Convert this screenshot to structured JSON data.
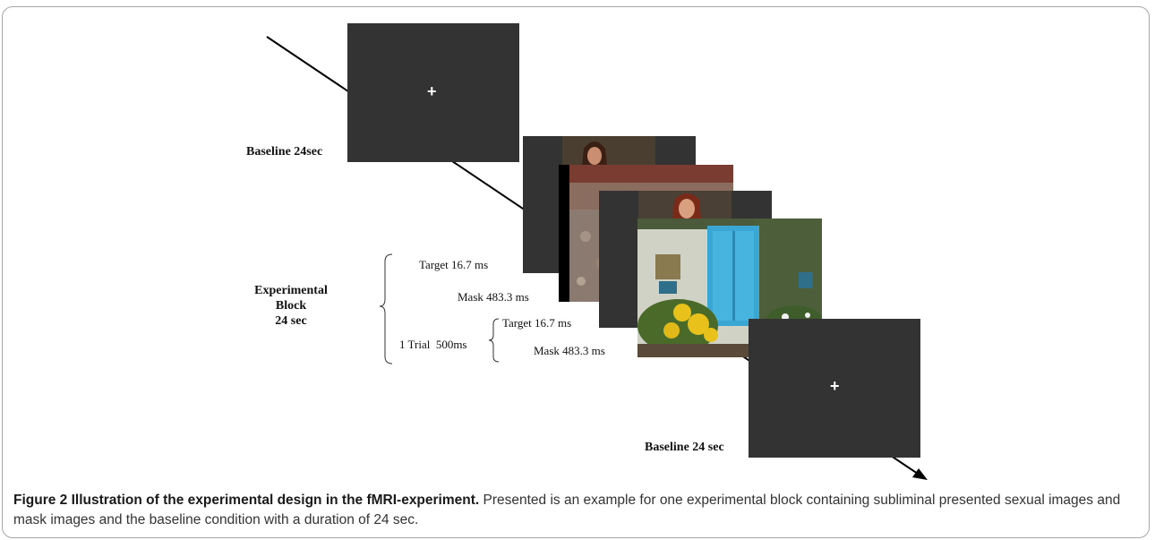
{
  "diagram": {
    "baseline_start_label": "Baseline 24sec",
    "baseline_start_fixation": "+",
    "block_label": "Experimental Block 24 sec",
    "block_label_lines": [
      "Experimental",
      "Block",
      "24 sec"
    ],
    "target_1_label": "Target 16.7 ms",
    "mask_1_label": "Mask 483.3 ms",
    "trial_label": "1 Trial  500ms",
    "target_2_label": "Target 16.7 ms",
    "mask_2_label": "Mask 483.3 ms",
    "baseline_end_label": "Baseline 24 sec",
    "baseline_end_fixation": "+",
    "colors": {
      "screen": "#333333",
      "door": "#3aa6d4",
      "flowers": "#e8c21a"
    }
  },
  "caption": {
    "figure_number": "Figure 2",
    "title": "Illustration of the experimental design in the fMRI-experiment.",
    "text": "Presented is an example for one experimental block containing subliminal presented sexual images and mask images and the baseline condition with a duration of 24 sec."
  }
}
